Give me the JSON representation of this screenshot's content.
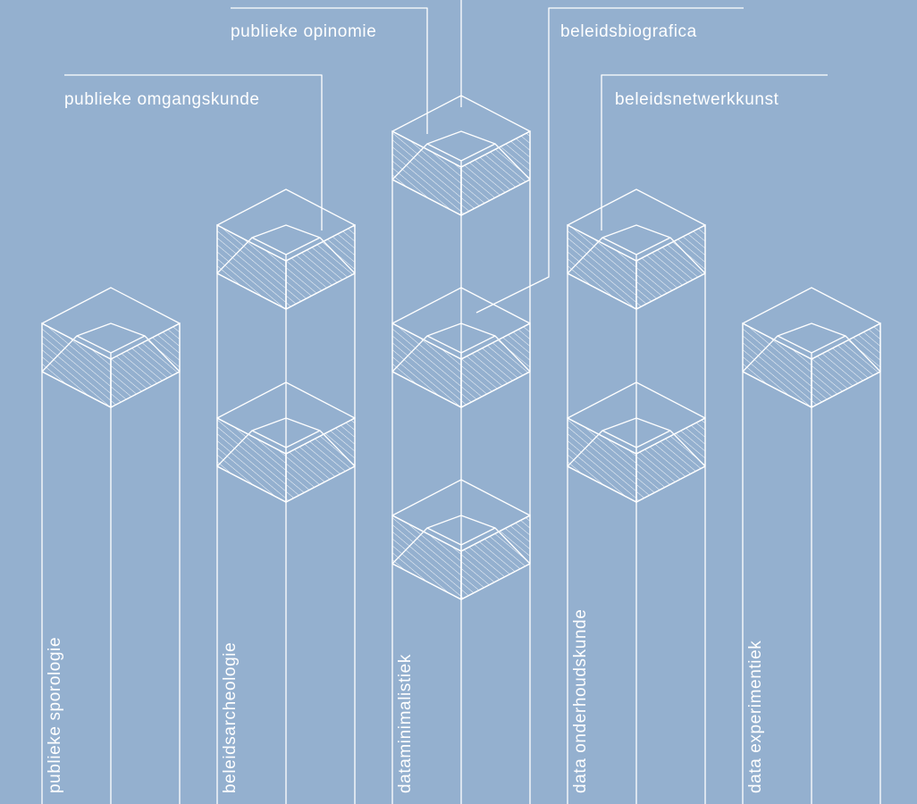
{
  "colors": {
    "background": "#94b0cf",
    "line": "#ffffff"
  },
  "top_labels": [
    {
      "id": "publieke-opinomie",
      "text": "publieke opinomie"
    },
    {
      "id": "beleidsbiografica",
      "text": "beleidsbiografica"
    },
    {
      "id": "publieke-omgangskunde",
      "text": "publieke omgangskunde"
    },
    {
      "id": "beleidsnetwerkkunst",
      "text": "beleidsnetwerkkunst"
    }
  ],
  "pillars": [
    {
      "id": "publieke-sporologie",
      "label": "publieke sporologie",
      "boxes": 1
    },
    {
      "id": "beleidsarcheologie",
      "label": "beleidsarcheologie",
      "boxes": 2
    },
    {
      "id": "dataminimalistiek",
      "label": "dataminimalistiek",
      "boxes": 3
    },
    {
      "id": "data-onderhoudskunde",
      "label": "data onderhoudskunde",
      "boxes": 2
    },
    {
      "id": "data-experimentiek",
      "label": "data experimentiek",
      "boxes": 1
    }
  ]
}
